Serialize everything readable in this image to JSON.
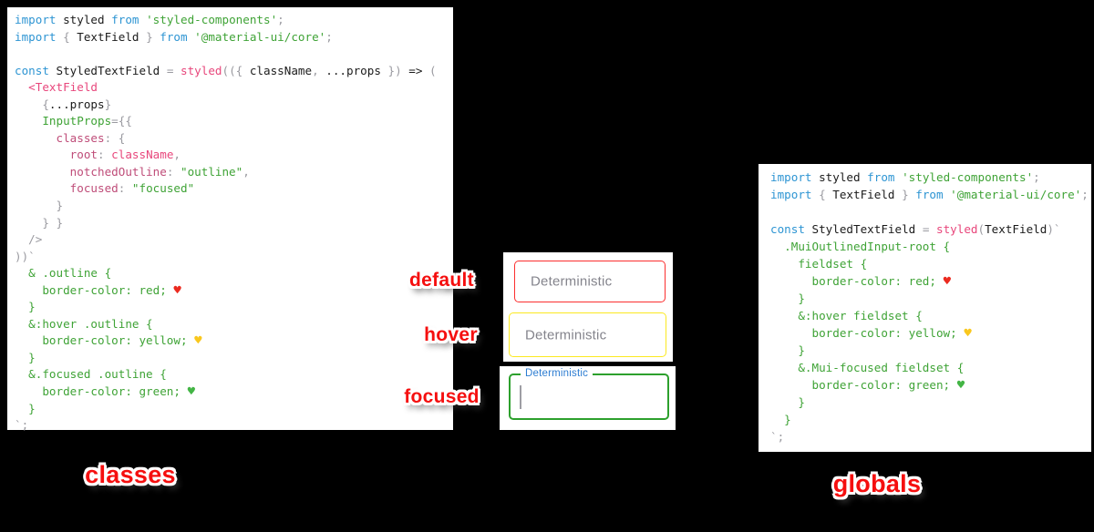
{
  "page": {
    "background": "#000000"
  },
  "syntax_colors": {
    "keyword": "#2e95d3",
    "identifier": "#1b1b1b",
    "punctuation": "#9a9aa0",
    "string_green": "#3fa336",
    "pink": "#e8477c",
    "object_key": "#bf4d79",
    "heart_red": "#eb2a1f",
    "heart_yellow": "#f9c71d",
    "heart_green": "#43b545"
  },
  "accent_colors": {
    "annotation_red": "#f50f0f",
    "field_border_default": "#fb2f2f",
    "field_border_hover": "#fbe921",
    "field_border_focused": "#2da02d",
    "focused_label_blue": "#2d7dd2"
  },
  "code_left": {
    "lines": [
      [
        [
          "kw",
          "import"
        ],
        [
          "id",
          " styled "
        ],
        [
          "kw",
          "from"
        ],
        [
          "str",
          " 'styled-components'"
        ],
        [
          "p",
          ";"
        ]
      ],
      [
        [
          "kw",
          "import"
        ],
        [
          "p",
          " { "
        ],
        [
          "id",
          "TextField"
        ],
        [
          "p",
          " } "
        ],
        [
          "kw",
          "from"
        ],
        [
          "str",
          " '@material-ui/core'"
        ],
        [
          "p",
          ";"
        ]
      ],
      [],
      [
        [
          "kw",
          "const"
        ],
        [
          "id",
          " StyledTextField "
        ],
        [
          "p",
          "= "
        ],
        [
          "pk",
          "styled"
        ],
        [
          "p",
          "(({ "
        ],
        [
          "id",
          "className"
        ],
        [
          "p",
          ", "
        ],
        [
          "id",
          "...props"
        ],
        [
          "p",
          " }) "
        ],
        [
          "id",
          "=>"
        ],
        [
          "p",
          " ("
        ]
      ],
      [
        [
          "pk",
          "  <TextField"
        ]
      ],
      [
        [
          "p",
          "    {"
        ],
        [
          "id",
          "...props"
        ],
        [
          "p",
          "}"
        ]
      ],
      [
        [
          "str",
          "    InputProps"
        ],
        [
          "p",
          "={{"
        ]
      ],
      [
        [
          "ky",
          "      classes"
        ],
        [
          "p",
          ": {"
        ]
      ],
      [
        [
          "ky",
          "        root"
        ],
        [
          "p",
          ": "
        ],
        [
          "pk",
          "className"
        ],
        [
          "p",
          ","
        ]
      ],
      [
        [
          "ky",
          "        notchedOutline"
        ],
        [
          "p",
          ": "
        ],
        [
          "str",
          "\"outline\""
        ],
        [
          "p",
          ","
        ]
      ],
      [
        [
          "ky",
          "        focused"
        ],
        [
          "p",
          ": "
        ],
        [
          "str",
          "\"focused\""
        ]
      ],
      [
        [
          "p",
          "      }"
        ]
      ],
      [
        [
          "p",
          "    } }"
        ]
      ],
      [
        [
          "p",
          "  />"
        ]
      ],
      [
        [
          "p",
          "))`"
        ]
      ],
      [
        [
          "str",
          "  & .outline {"
        ]
      ],
      [
        [
          "str",
          "    border-color: red; "
        ],
        [
          "hr",
          "♥"
        ]
      ],
      [
        [
          "str",
          "  }"
        ]
      ],
      [
        [
          "str",
          "  &:hover .outline {"
        ]
      ],
      [
        [
          "str",
          "    border-color: yellow; "
        ],
        [
          "hy",
          "♥"
        ]
      ],
      [
        [
          "str",
          "  }"
        ]
      ],
      [
        [
          "str",
          "  &.focused .outline {"
        ]
      ],
      [
        [
          "str",
          "    border-color: green; "
        ],
        [
          "hg",
          "♥"
        ]
      ],
      [
        [
          "str",
          "  }"
        ]
      ],
      [
        [
          "p",
          "`;"
        ]
      ]
    ]
  },
  "code_right": {
    "lines": [
      [
        [
          "kw",
          "import"
        ],
        [
          "id",
          " styled "
        ],
        [
          "kw",
          "from"
        ],
        [
          "str",
          " 'styled-components'"
        ],
        [
          "p",
          ";"
        ]
      ],
      [
        [
          "kw",
          "import"
        ],
        [
          "p",
          " { "
        ],
        [
          "id",
          "TextField"
        ],
        [
          "p",
          " } "
        ],
        [
          "kw",
          "from"
        ],
        [
          "str",
          " '@material-ui/core'"
        ],
        [
          "p",
          ";"
        ]
      ],
      [],
      [
        [
          "kw",
          "const"
        ],
        [
          "id",
          " StyledTextField "
        ],
        [
          "p",
          "= "
        ],
        [
          "pk",
          "styled"
        ],
        [
          "p",
          "("
        ],
        [
          "id",
          "TextField"
        ],
        [
          "p",
          ")`"
        ]
      ],
      [
        [
          "str",
          "  .MuiOutlinedInput-root {"
        ]
      ],
      [
        [
          "str",
          "    fieldset {"
        ]
      ],
      [
        [
          "str",
          "      border-color: red; "
        ],
        [
          "hr",
          "♥"
        ]
      ],
      [
        [
          "str",
          "    }"
        ]
      ],
      [
        [
          "str",
          "    &:hover fieldset {"
        ]
      ],
      [
        [
          "str",
          "      border-color: yellow; "
        ],
        [
          "hy",
          "♥"
        ]
      ],
      [
        [
          "str",
          "    }"
        ]
      ],
      [
        [
          "str",
          "    &.Mui-focused fieldset {"
        ]
      ],
      [
        [
          "str",
          "      border-color: green; "
        ],
        [
          "hg",
          "♥"
        ]
      ],
      [
        [
          "str",
          "    }"
        ]
      ],
      [
        [
          "str",
          "  }"
        ]
      ],
      [
        [
          "p",
          "`;"
        ]
      ]
    ]
  },
  "textfields": {
    "default": {
      "label": "Deterministic"
    },
    "hover": {
      "label": "Deterministic"
    },
    "focused": {
      "label": "Deterministic",
      "value": ""
    }
  },
  "state_tags": {
    "default": "default",
    "hover": "hover",
    "focused": "focused"
  },
  "captions": {
    "left": "classes",
    "right": "globals"
  }
}
